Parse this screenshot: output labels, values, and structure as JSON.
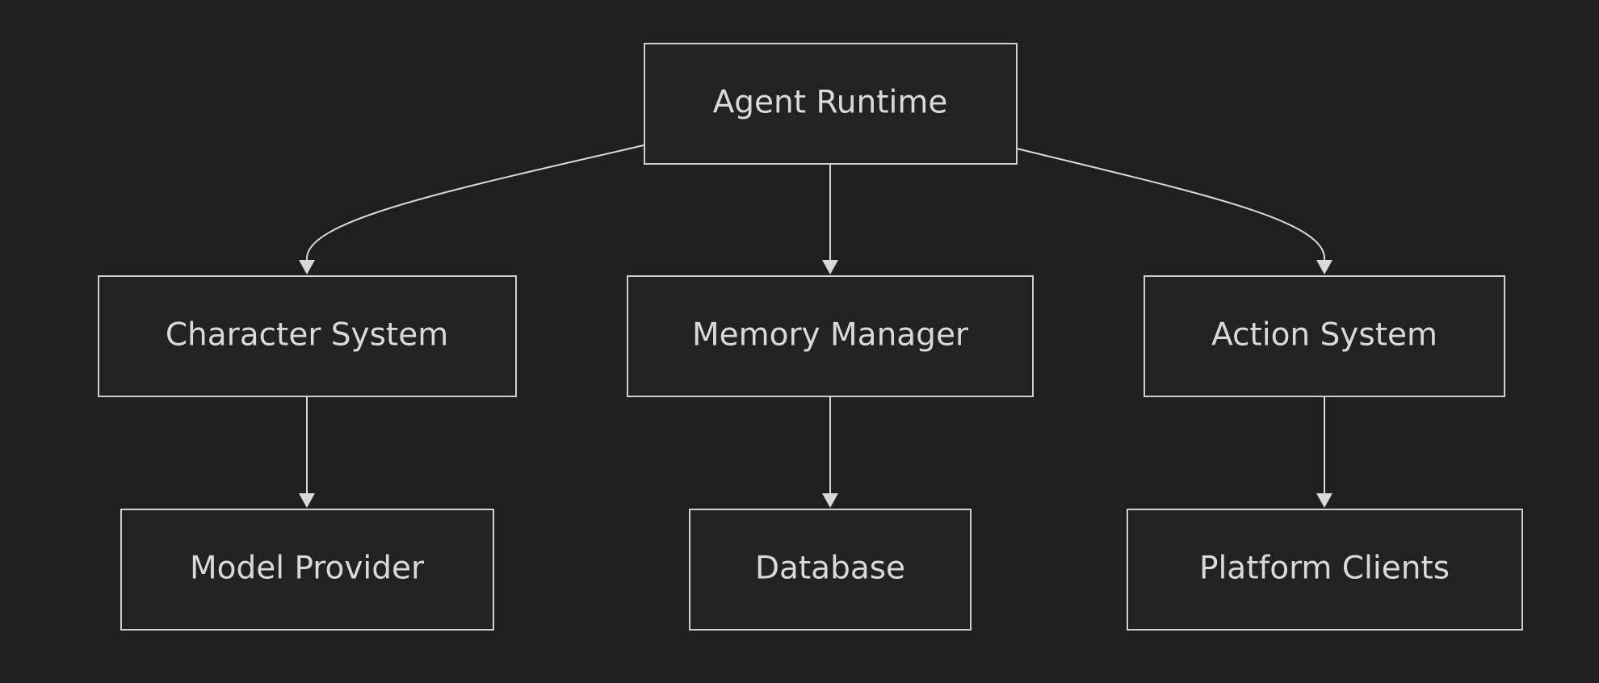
{
  "diagram": {
    "nodes": [
      {
        "id": "agent_runtime",
        "label": "Agent Runtime"
      },
      {
        "id": "character_system",
        "label": "Character System"
      },
      {
        "id": "memory_manager",
        "label": "Memory Manager"
      },
      {
        "id": "action_system",
        "label": "Action System"
      },
      {
        "id": "model_provider",
        "label": "Model Provider"
      },
      {
        "id": "database",
        "label": "Database"
      },
      {
        "id": "platform_clients",
        "label": "Platform Clients"
      }
    ],
    "edges": [
      {
        "from": "agent_runtime",
        "to": "character_system"
      },
      {
        "from": "agent_runtime",
        "to": "memory_manager"
      },
      {
        "from": "agent_runtime",
        "to": "action_system"
      },
      {
        "from": "character_system",
        "to": "model_provider"
      },
      {
        "from": "memory_manager",
        "to": "database"
      },
      {
        "from": "action_system",
        "to": "platform_clients"
      }
    ]
  }
}
